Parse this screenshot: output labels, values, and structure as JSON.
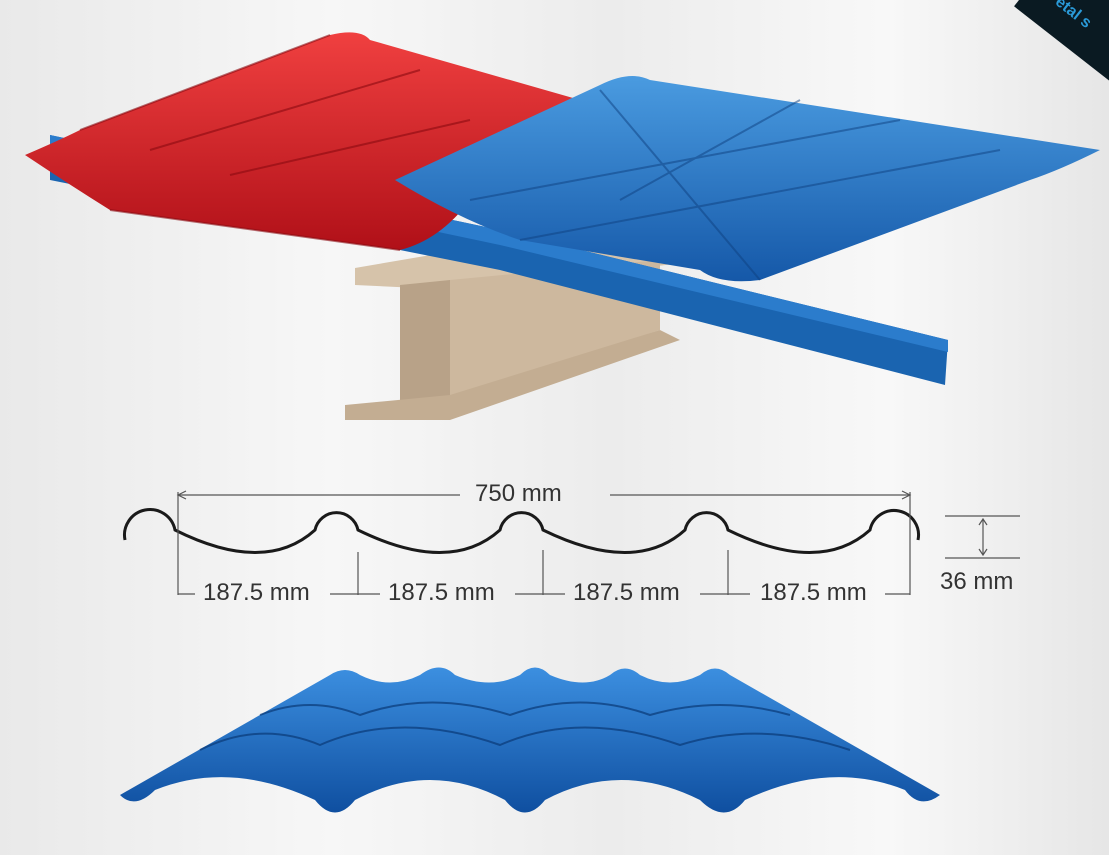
{
  "logo": {
    "text": "etal s"
  },
  "dimensions": {
    "total_width": "750 mm",
    "pitches": [
      "187.5 mm",
      "187.5 mm",
      "187.5 mm",
      "187.5 mm"
    ],
    "height": "36 mm"
  },
  "colors": {
    "red_sheet": "#d8202a",
    "blue_sheet": "#1e6fc0",
    "purlin": "#1a64b0",
    "beam": "#c9b49b",
    "profile_line": "#1a1a1a"
  }
}
